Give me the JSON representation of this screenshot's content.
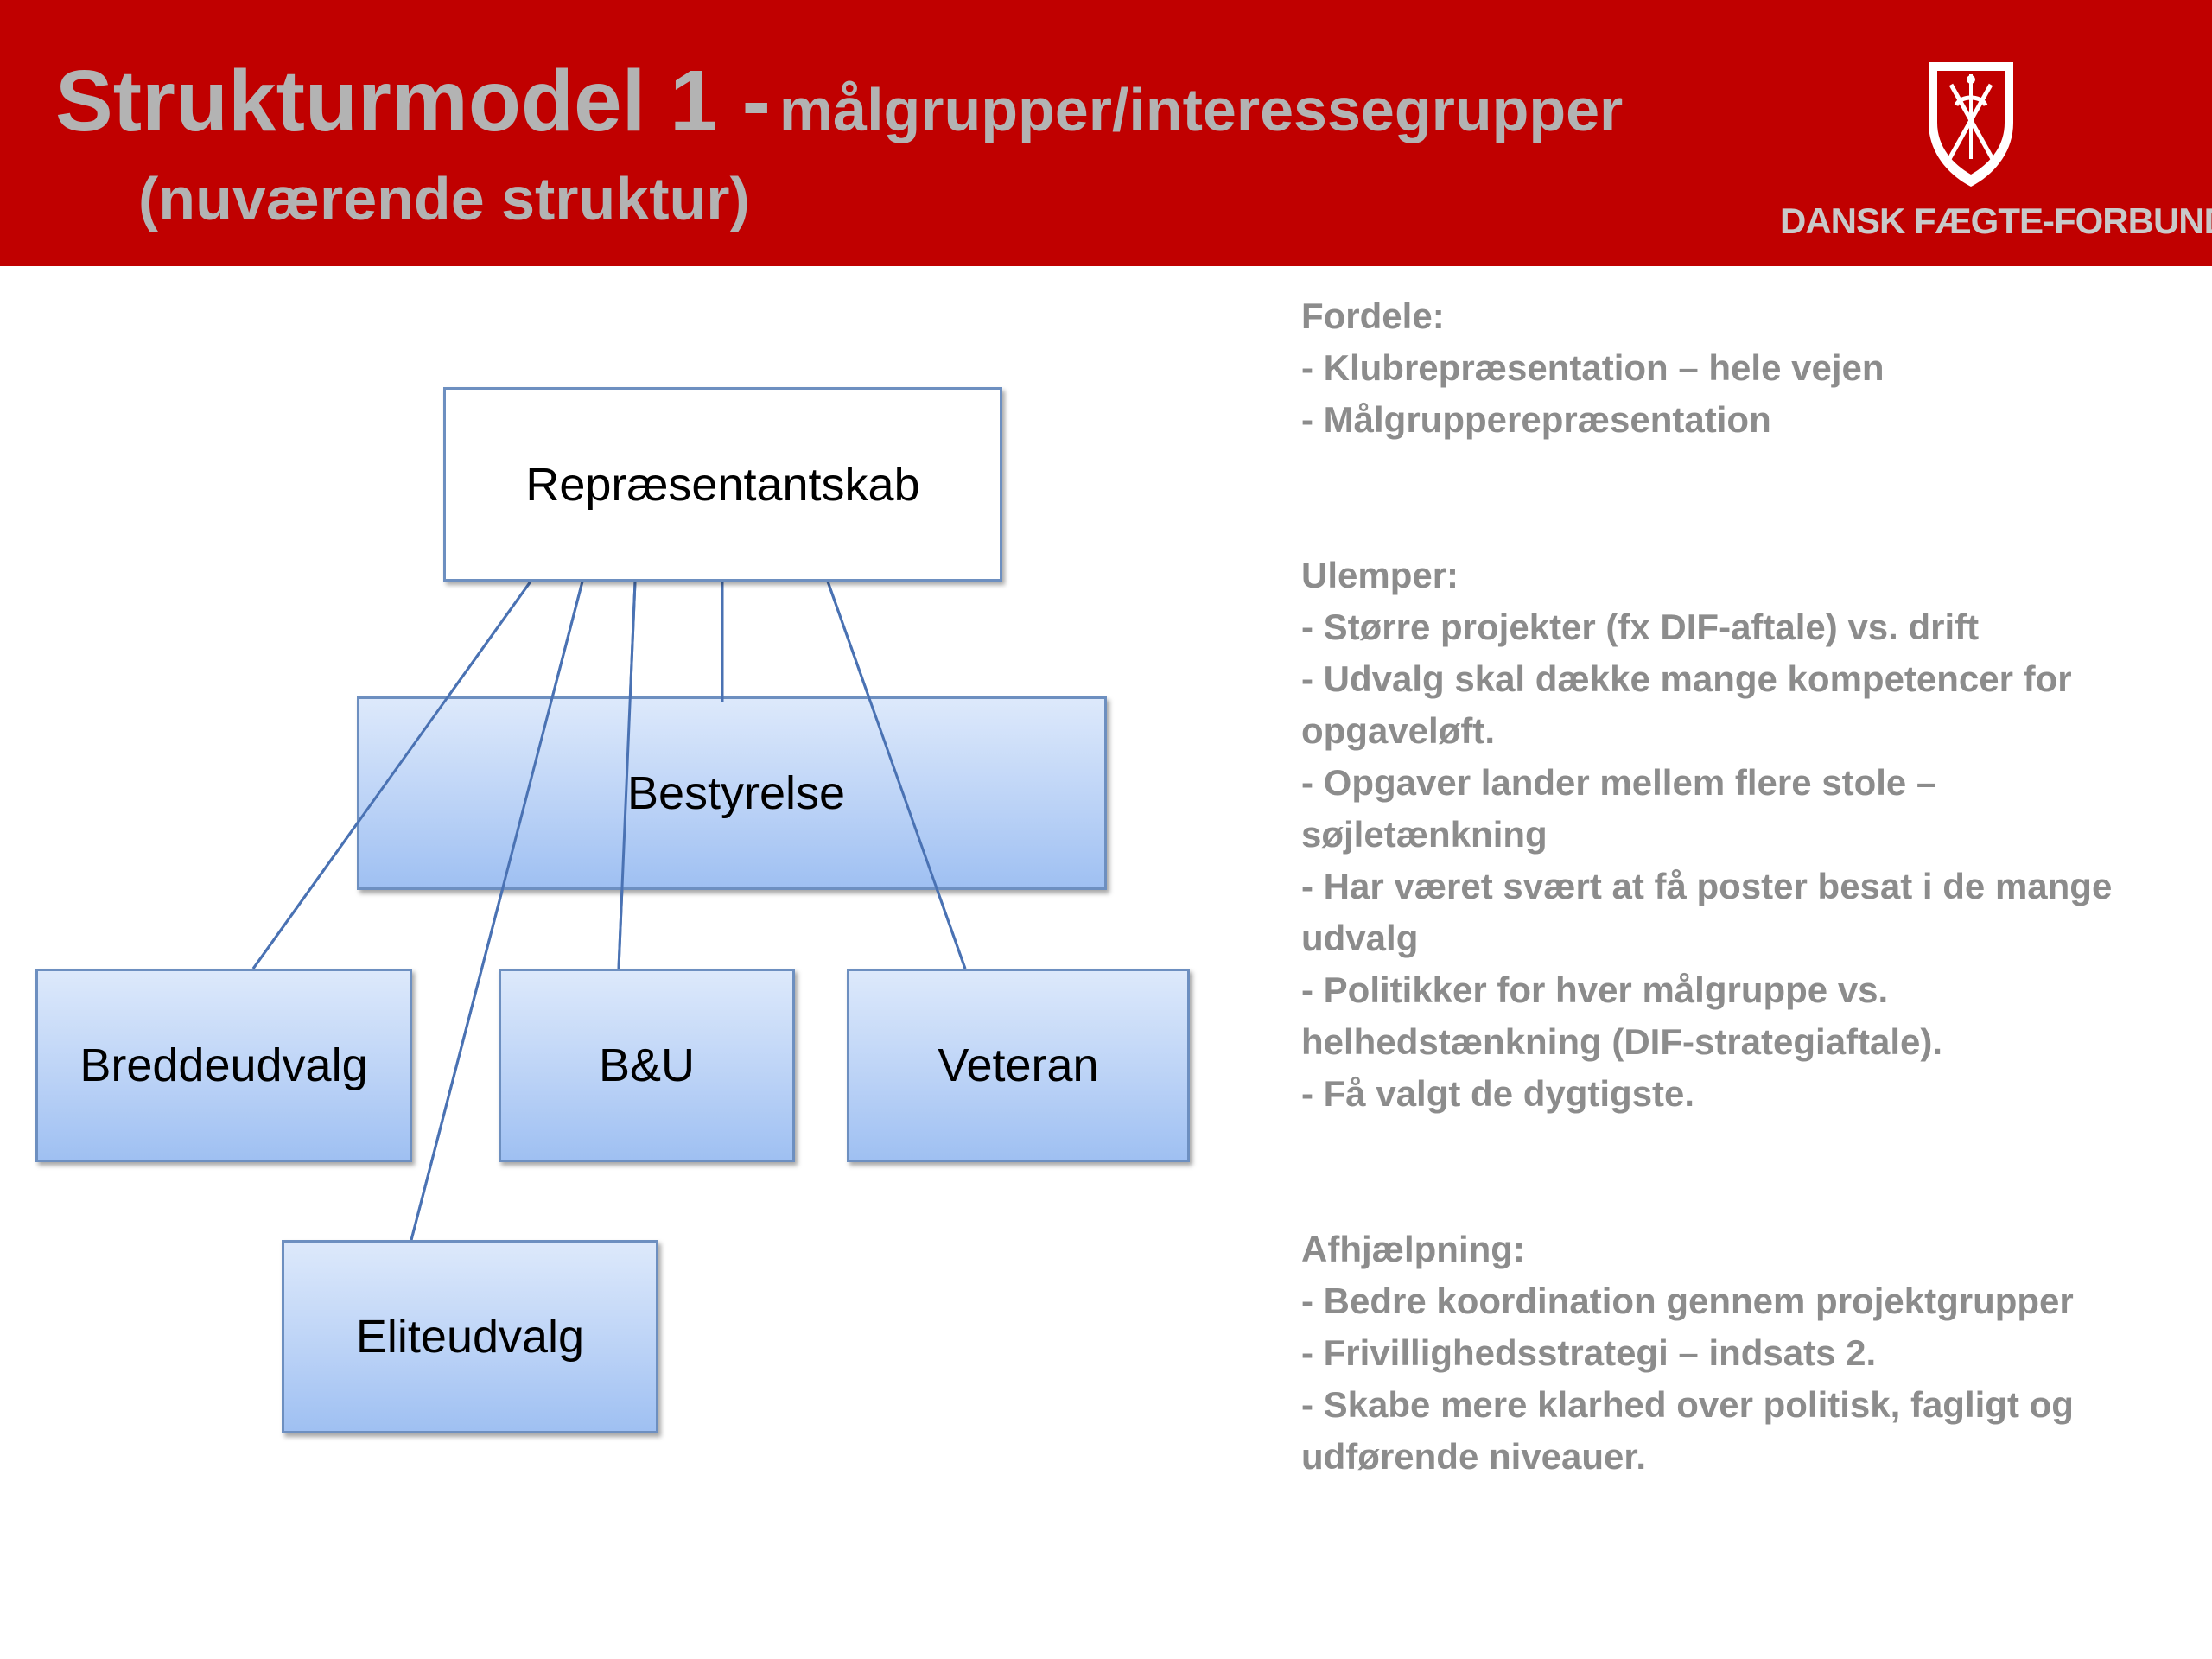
{
  "header": {
    "title_main": "Strukturmodel 1 -",
    "title_sub": "målgrupper/interessegrupper",
    "title_line2": "(nuværende struktur)",
    "logo_text": "DANSK FÆGTE-FORBUND"
  },
  "diagram": {
    "nodes": {
      "representantskab": "Repræsentantskab",
      "bestyrelse": "Bestyrelse",
      "breddeudvalg": "Breddeudvalg",
      "bu": "B&U",
      "veteran": "Veteran",
      "eliteudvalg": "Eliteudvalg"
    }
  },
  "notes": {
    "fordele": {
      "heading": "Fordele:",
      "items": [
        "- Klubrepræsentation – hele vejen",
        "- Målgrupperepræsentation"
      ]
    },
    "ulemper": {
      "heading": "Ulemper:",
      "items": [
        "- Større projekter (fx DIF-aftale) vs. drift",
        "- Udvalg skal dække mange kompetencer for opgaveløft.",
        "- Opgaver lander mellem flere stole – søjletænkning",
        "- Har været svært at få poster besat i de mange udvalg",
        "- Politikker for hver målgruppe vs. helhedstænkning (DIF-strategiaftale).",
        "- Få valgt de dygtigste."
      ]
    },
    "afhjaelpning": {
      "heading": "Afhjælpning:",
      "items": [
        "- Bedre koordination gennem projektgrupper",
        "- Frivillighedsstrategi – indsats 2.",
        "- Skabe mere klarhed over politisk, fagligt og udførende niveauer."
      ]
    }
  }
}
